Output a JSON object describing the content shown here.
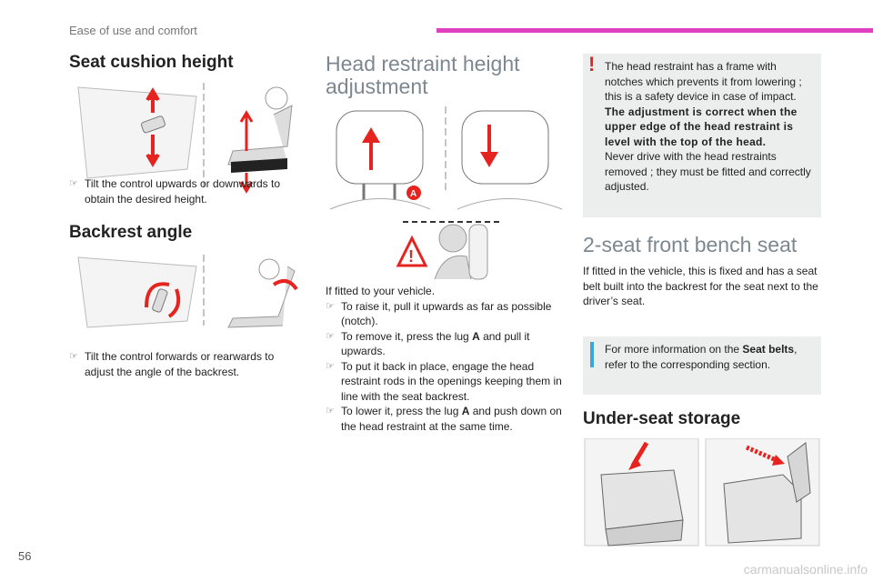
{
  "header": {
    "section": "Ease of use and comfort",
    "page_number": "56",
    "accent_color": "#e03fbf"
  },
  "col1": {
    "seat_cushion": {
      "title": "Seat cushion height",
      "bullets": [
        "Tilt the control upwards or downwards to obtain the desired height."
      ]
    },
    "backrest": {
      "title": "Backrest angle",
      "bullets": [
        "Tilt the control forwards or rearwards to adjust the angle of the backrest."
      ]
    }
  },
  "col2": {
    "title": "Head restraint height adjustment",
    "lug_label": "A",
    "intro": "If fitted to your vehicle.",
    "bullets": [
      {
        "pre": "To raise it, pull it upwards as far as possible (notch).",
        "bold": "",
        "post": ""
      },
      {
        "pre": "To remove it, press the lug ",
        "bold": "A",
        "post": " and pull it upwards."
      },
      {
        "pre": "To put it back in place, engage the head restraint rods in the openings keeping them in line with the seat backrest.",
        "bold": "",
        "post": ""
      },
      {
        "pre": "To lower it, press the lug ",
        "bold": "A",
        "post": " and push down on the head restraint at the same time."
      }
    ]
  },
  "col3": {
    "warning": {
      "p1": "The head restraint has a frame with notches which prevents it from lowering ; this is a safety device in case of impact.",
      "bold": "The adjustment is correct when the upper edge of the head restraint is level with the top of the head.",
      "p2": "Never drive with the head restraints removed ; they must be fitted and correctly adjusted."
    },
    "bench": {
      "title": "2-seat front bench seat",
      "text": "If fitted in the vehicle, this is fixed and has a seat belt built into the backrest for the seat next to the driver’s seat."
    },
    "info": {
      "pre": "For more information on the ",
      "bold": "Seat belts",
      "post": ", refer to the corresponding section."
    },
    "storage": {
      "title": "Under-seat storage"
    }
  },
  "bullet_glyph": "☞",
  "watermark": "carmanualsonline.info"
}
